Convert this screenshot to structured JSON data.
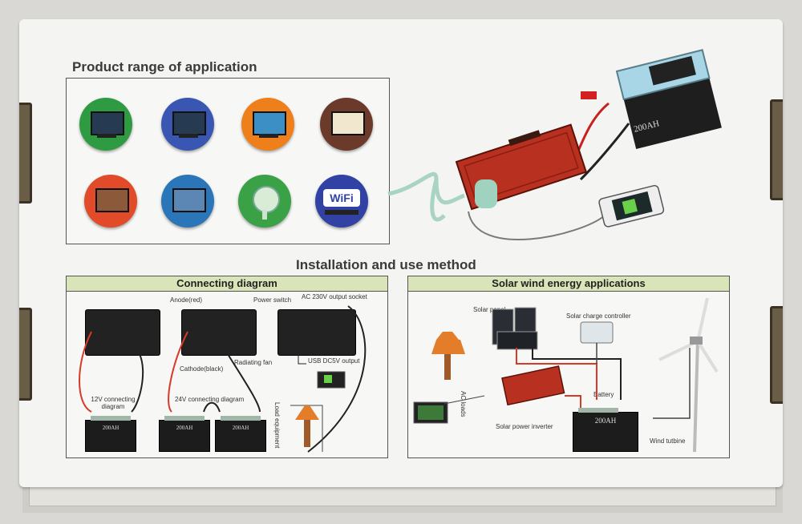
{
  "product_section": {
    "title": "Product range of application"
  },
  "install_section": {
    "title": "Installation and use method"
  },
  "connecting": {
    "header": "Connecting diagram",
    "labels": {
      "anode": "Anode(red)",
      "power_switch": "Power switch",
      "ac_socket": "AC 230V output socket",
      "radiating_fan": "Radiating fan",
      "cathode": "Cathode(black)",
      "usb": "USB DC5V output",
      "twelve_v": "12V connecting diagram",
      "twentyfour_v": "24V connecting diagram",
      "load": "Load equipment"
    },
    "battery_label": "200AH"
  },
  "solar": {
    "header": "Solar wind energy applications",
    "labels": {
      "panel": "Solar panel",
      "controller": "Solar charge controller",
      "ac_loads": "AC loads",
      "battery": "Battery",
      "inverter": "Solar power inverter",
      "wind": "Wind tutbine"
    },
    "battery_label": "200AH"
  },
  "hero": {
    "battery_text": "200AH"
  },
  "icons": [
    {
      "name": "desktop-computer-icon",
      "color": "#2e9b43"
    },
    {
      "name": "laptop-icon",
      "color": "#3a56b3"
    },
    {
      "name": "tv-icon",
      "color": "#ef7f1a"
    },
    {
      "name": "lamp-icon",
      "color": "#6b3a2b"
    },
    {
      "name": "microwave-icon",
      "color": "#e14b2a"
    },
    {
      "name": "tablet-icon",
      "color": "#2a76b8"
    },
    {
      "name": "fan-icon",
      "color": "#3aa147"
    },
    {
      "name": "wifi-router-icon",
      "color": "#3142a4"
    }
  ]
}
